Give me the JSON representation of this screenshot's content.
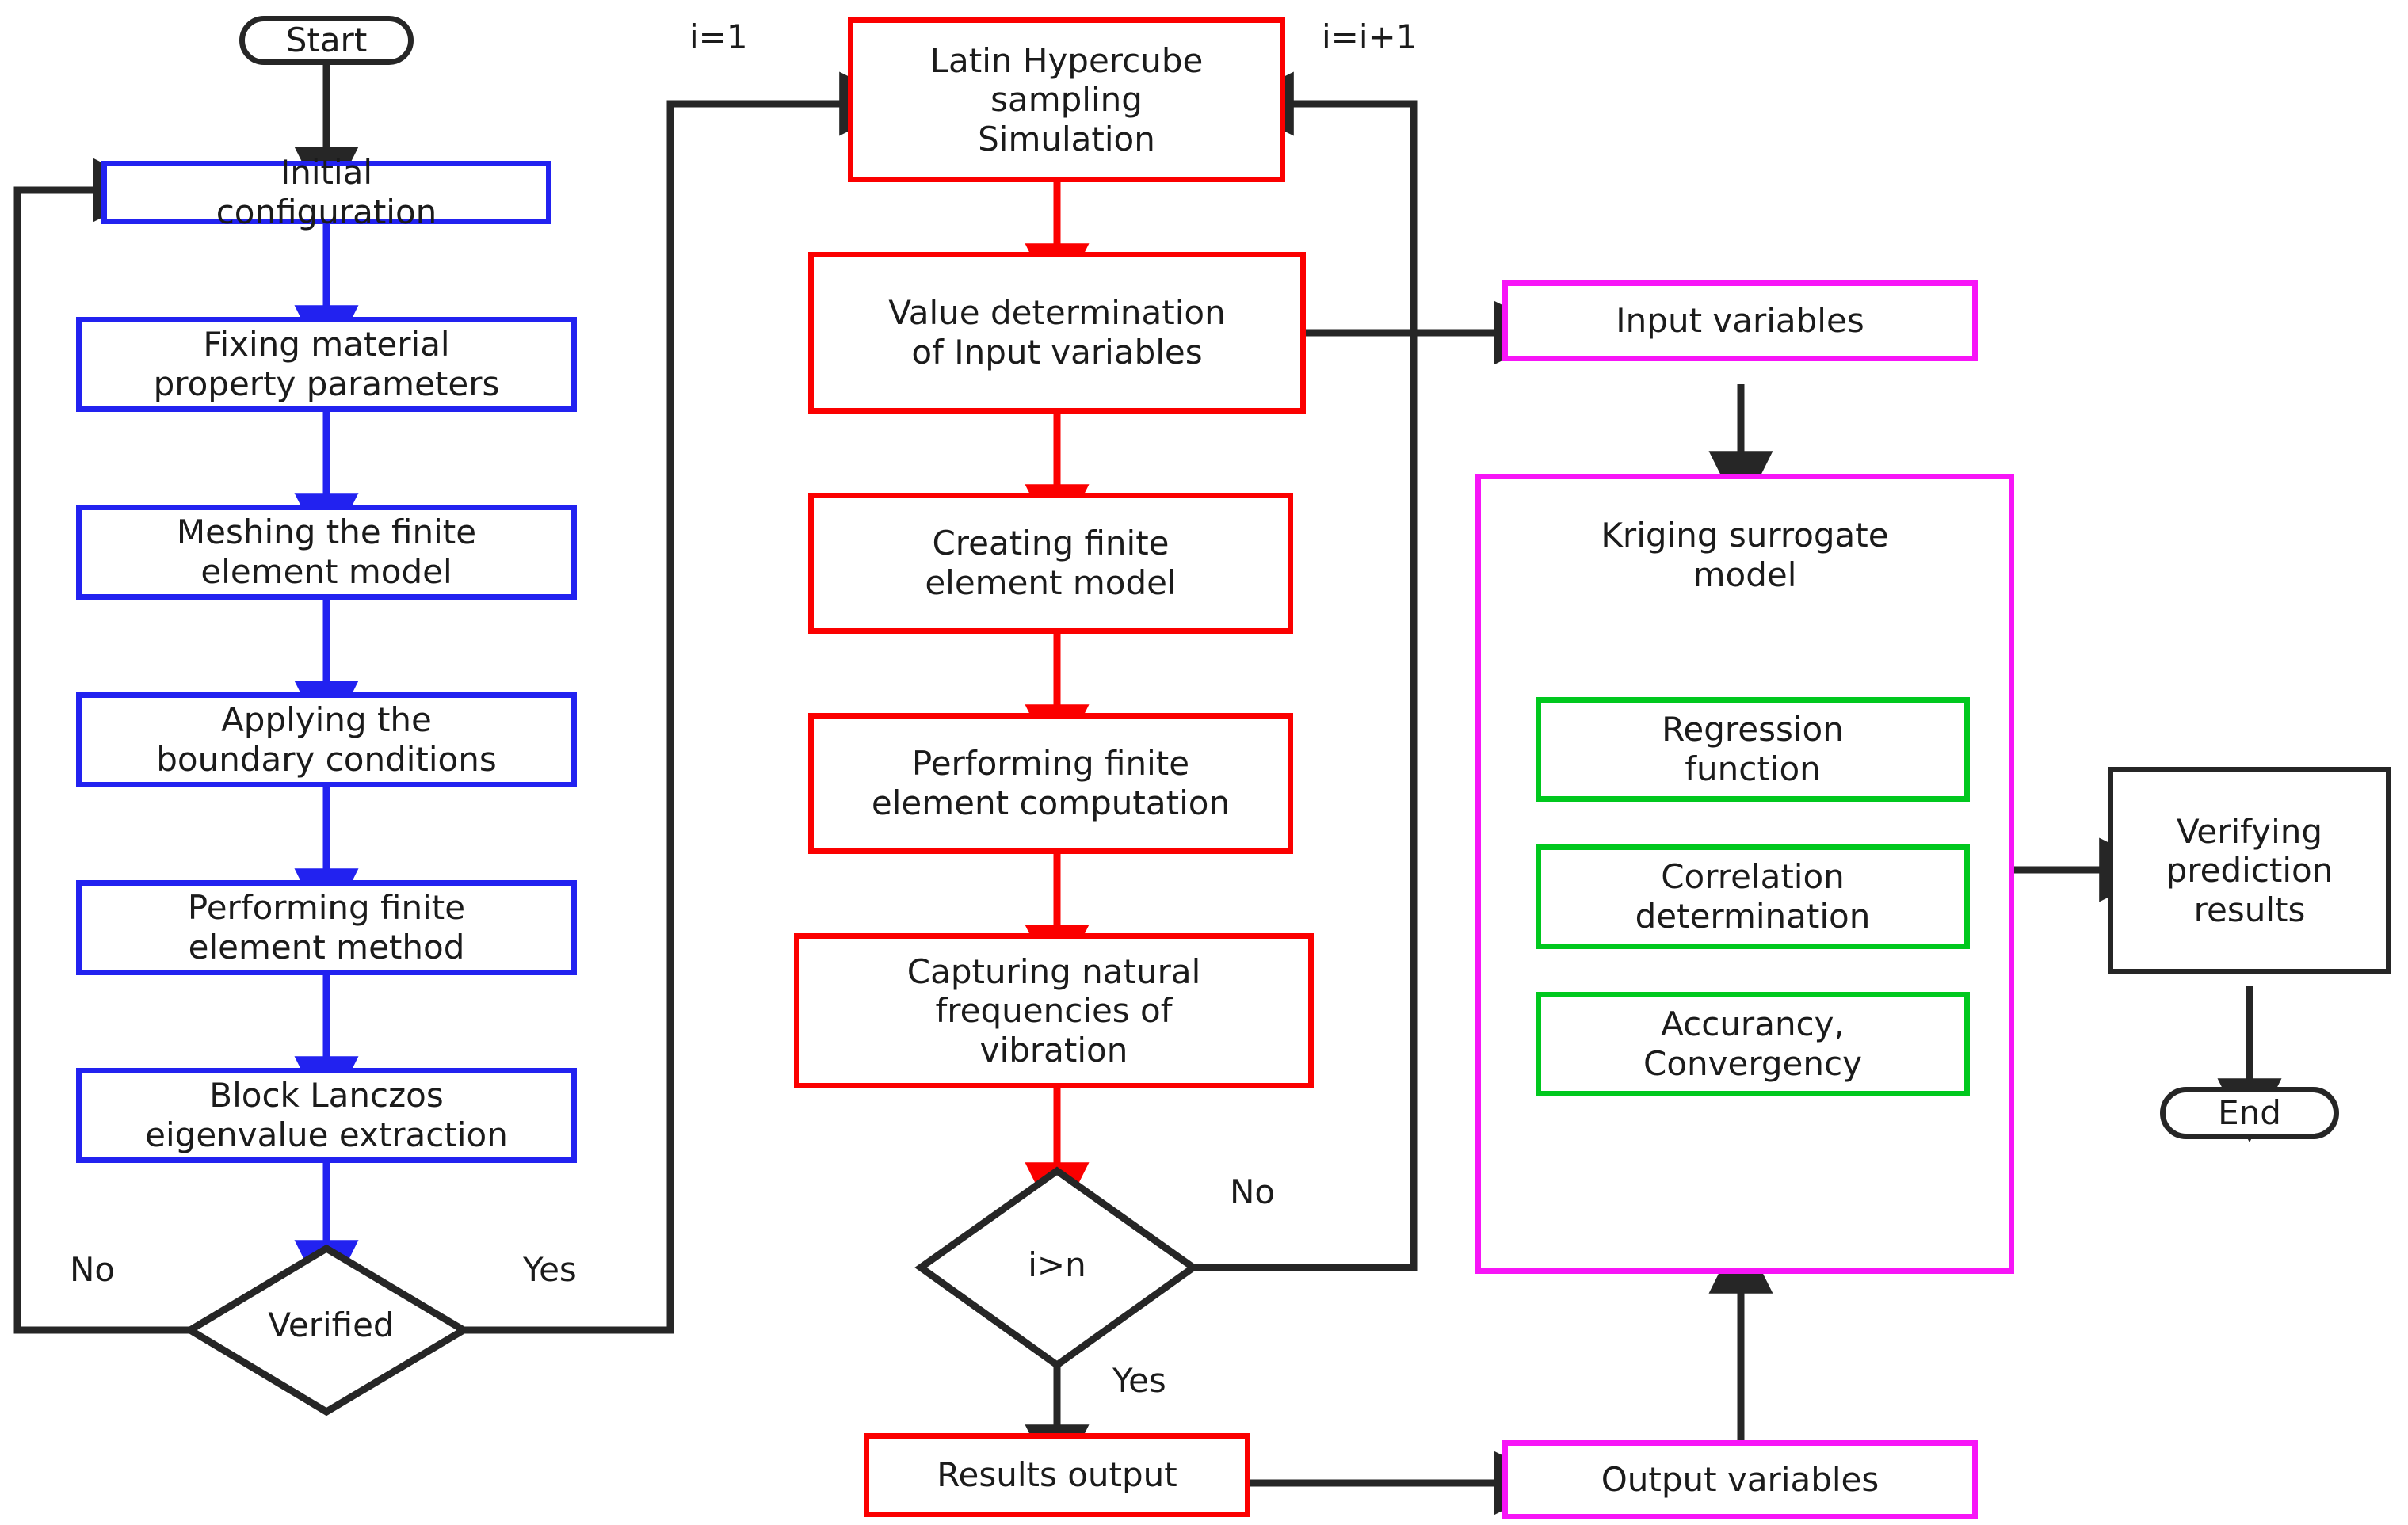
{
  "diagram": {
    "title": "Finite element model validation and Kriging surrogate model workflow",
    "colors": {
      "blue": "#2222f0",
      "red": "#fb0000",
      "magenta": "#f715f7",
      "green": "#00c81e",
      "black": "#262626",
      "background": "#ffffff"
    }
  },
  "left_column": {
    "start": "Start",
    "steps": [
      "Initial\nconfiguration",
      "Fixing material\nproperty parameters",
      "Meshing the finite\nelement model",
      "Applying the\nboundary conditions",
      "Performing finite\nelement method",
      "Block Lanczos\neigenvalue extraction"
    ],
    "decision": "Verified",
    "decision_no": "No",
    "decision_yes": "Yes"
  },
  "middle_column": {
    "loop_init_label": "i=1",
    "loop_increment_label": "i=i+1",
    "steps": [
      "Latin Hypercube\nsampling\nSimulation",
      "Value determination\nof Input variables",
      "Creating finite\nelement model",
      "Performing finite\nelement computation",
      "Capturing natural\nfrequencies of\nvibration"
    ],
    "decision": "i>n",
    "decision_no": "No",
    "decision_yes": "Yes",
    "results_output": "Results output"
  },
  "right_column": {
    "input_variables": "Input variables",
    "output_variables": "Output variables",
    "kriging_title": "Kriging surrogate\nmodel",
    "kriging_items": [
      "Regression\nfunction",
      "Correlation\ndetermination",
      "Accurancy,\nConvergency"
    ],
    "verify": "Verifying\nprediction\nresults",
    "end": "End"
  }
}
